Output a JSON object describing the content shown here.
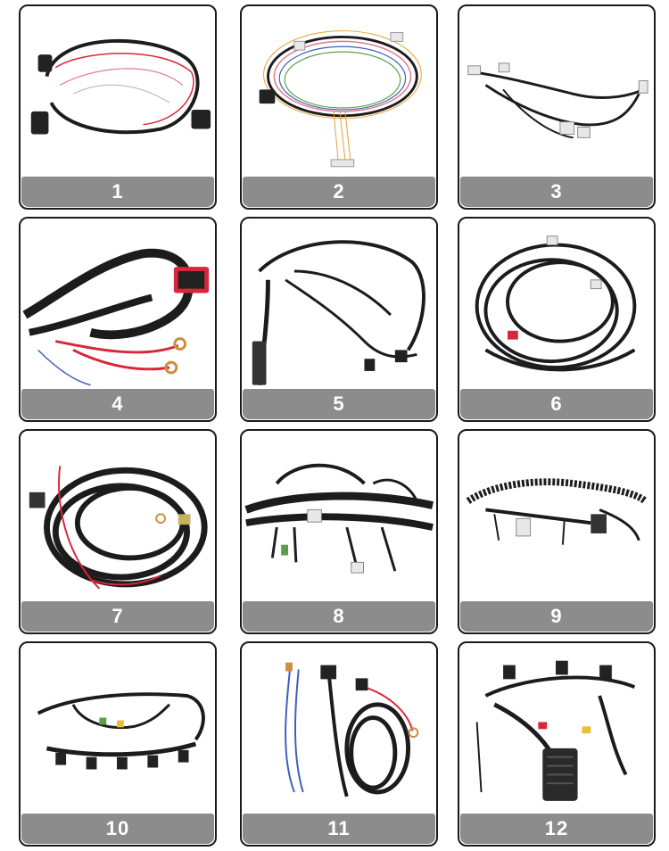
{
  "palette": {
    "background": "#ffffff",
    "card_border": "#1a1a1a",
    "label_bar": "#8c8c8c",
    "label_text": "#ffffff",
    "cable": "#1c1c1c",
    "red_wire": "#d8263a",
    "pink_wire": "#e07a8a",
    "blue_wire": "#3e5fb8",
    "connector_light": "#e8e8e8"
  },
  "products": [
    {
      "number": "1",
      "subject": "wire-harness"
    },
    {
      "number": "2",
      "subject": "wire-harness"
    },
    {
      "number": "3",
      "subject": "wire-harness"
    },
    {
      "number": "4",
      "subject": "wire-harness"
    },
    {
      "number": "5",
      "subject": "wire-harness"
    },
    {
      "number": "6",
      "subject": "wire-harness"
    },
    {
      "number": "7",
      "subject": "wire-harness"
    },
    {
      "number": "8",
      "subject": "wire-harness"
    },
    {
      "number": "9",
      "subject": "wire-harness"
    },
    {
      "number": "10",
      "subject": "wire-harness"
    },
    {
      "number": "11",
      "subject": "wire-harness"
    },
    {
      "number": "12",
      "subject": "wire-harness"
    }
  ]
}
